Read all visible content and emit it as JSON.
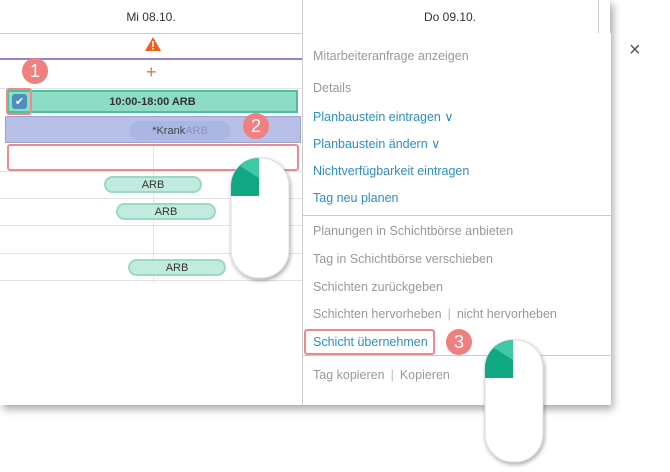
{
  "calendar": {
    "days": [
      "Mi 08.10.",
      "Do 09.10."
    ],
    "shift_label": "10:00-18:00 ARB",
    "absence_label": "*Krank",
    "absence_suffix": "ARB",
    "pills": [
      "ARB",
      "ARB",
      "ARB"
    ],
    "plus": "+"
  },
  "menu": {
    "items": [
      {
        "label": "Mitarbeiteranfrage anzeigen"
      },
      {
        "label": "Details"
      },
      {
        "label": "Planbaustein eintragen"
      },
      {
        "label": "Planbaustein ändern"
      },
      {
        "label": "Nichtverfügbarkeit eintragen"
      },
      {
        "label": "Tag neu planen"
      },
      {
        "label": "Planungen in Schichtbörse anbieten"
      },
      {
        "label": "Tag in Schichtbörse verschieben"
      },
      {
        "label": "Schichten zurückgeben"
      },
      {
        "label": "Schichten hervorheben"
      },
      {
        "label": "nicht hervorheben"
      },
      {
        "label": "Schicht übernehmen"
      },
      {
        "label": "Tag kopieren"
      },
      {
        "label": "Kopieren"
      }
    ],
    "close": "×",
    "separator": "|"
  },
  "steps": [
    "1",
    "2",
    "3"
  ],
  "colors": {
    "accent": "#2f8fc0",
    "shift": "#8ddcc6",
    "absence": "#b7bfe6",
    "highlight": "#f08080"
  }
}
